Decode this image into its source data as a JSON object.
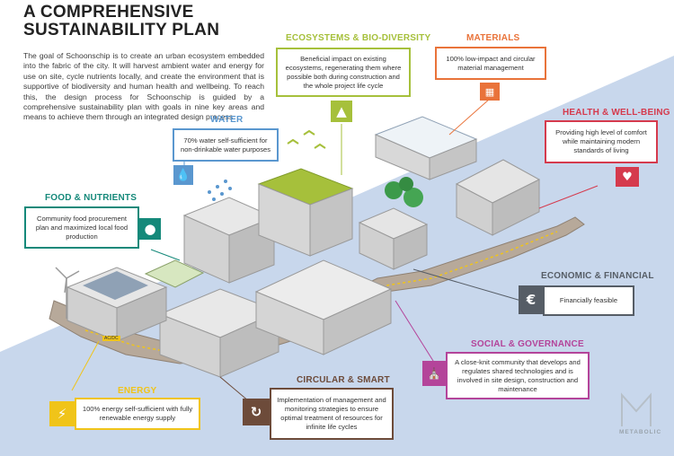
{
  "title_line1": "A COMPREHENSIVE",
  "title_line2": "SUSTAINABILITY PLAN",
  "intro": "The goal of Schoonschip is to create an urban ecosystem embedded into the fabric of the city. It will harvest ambient water and energy for use on site, cycle nutrients locally, and create the environment that is supportive of biodiversity and human health and wellbeing. To reach this, the design process for Schoonschip is guided by a comprehensive sustainability plan with goals in nine key areas and means to achieve them through an integrated design process.",
  "colors": {
    "water": "#5a97cf",
    "food": "#15897a",
    "ecosystems": "#a6c03b",
    "materials": "#e9733a",
    "health": "#d53a4d",
    "economic": "#565d66",
    "social": "#b4449a",
    "circular": "#6d4b3a",
    "energy": "#f0c419",
    "canal": "#c8d7ec",
    "road": "#b7a99a"
  },
  "areas": {
    "water": {
      "title": "WATER",
      "text": "70% water self-sufficient for non-drinkable water purposes",
      "icon": "water-drop-icon"
    },
    "food": {
      "title": "FOOD & NUTRIENTS",
      "text": "Community food procurement plan and maximized local food production",
      "icon": "apple-icon"
    },
    "ecosystems": {
      "title": "ECOSYSTEMS & BIO-DIVERSITY",
      "text": "Beneficial impact on existing ecosystems, regenerating them where possible both during construction and the whole project life cycle",
      "icon": "tree-icon"
    },
    "materials": {
      "title": "MATERIALS",
      "text": "100% low-impact and circular material management",
      "icon": "bricks-icon"
    },
    "health": {
      "title": "HEALTH & WELL-BEING",
      "text": "Providing high level of comfort while maintaining modern standards of living",
      "icon": "heart-icon"
    },
    "economic": {
      "title": "ECONOMIC & FINANCIAL",
      "text": "Financially feasible",
      "icon": "euro-icon"
    },
    "social": {
      "title": "SOCIAL & GOVERNANCE",
      "text": "A close-knit community that develops and regulates shared technologies and is involved in site design, construction and maintenance",
      "icon": "institution-icon"
    },
    "circular": {
      "title": "CIRCULAR & SMART",
      "text": "Implementation of management and monitoring strategies to ensure optimal treatment of resources for infinite life cycles",
      "icon": "cycle-icon"
    },
    "energy": {
      "title": "ENERGY",
      "text": "100% energy self-sufficient with fully renewable energy supply",
      "icon": "lightning-icon"
    }
  },
  "tag_acdc": "AC/DC",
  "logo": "METABOLIC"
}
